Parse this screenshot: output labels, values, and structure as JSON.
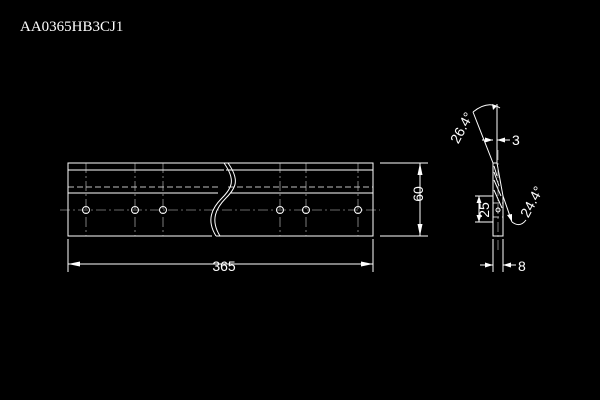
{
  "part_code": "AA0365HB3CJ1",
  "dimensions": {
    "length": "365",
    "height": "60",
    "bevel_angle_top": "26.4°",
    "edge_thickness": "3",
    "hole_position": "25",
    "bevel_angle_bottom": "24.4°",
    "thickness": "8"
  },
  "colors": {
    "background": "#000000",
    "lines": "#ffffff"
  }
}
